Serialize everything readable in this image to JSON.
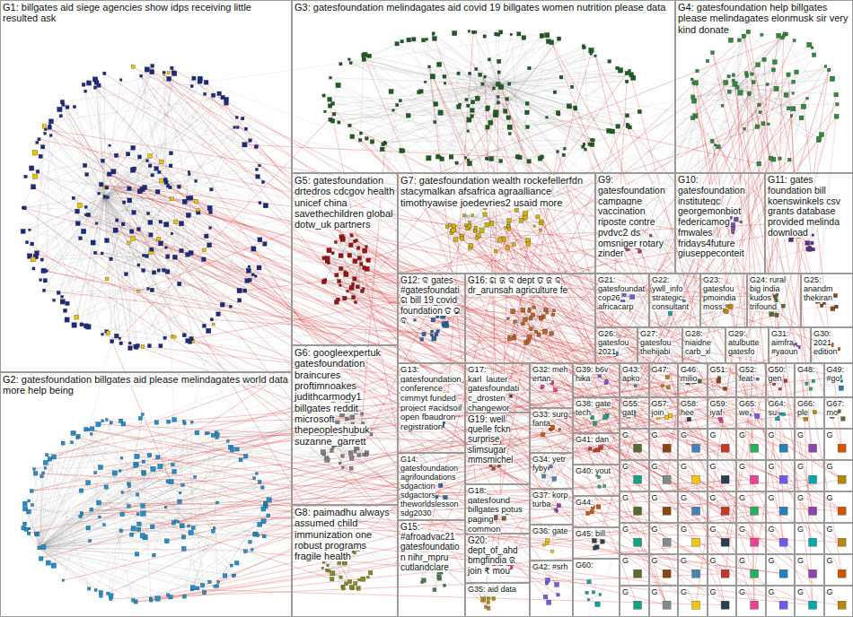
{
  "diagram": {
    "nodes": [
      {
        "text": [
          "G1: billgates aid siege agencies show idps receiving little resulted ask"
        ]
      },
      {
        "text": [
          "G3: gatesfoundation melindagates aid covid 19 billgates women nutrition please data"
        ]
      },
      {
        "text": [
          "G4: gatesfoundation help billgates please melindagates elonmusk sir very kind donate"
        ]
      },
      {
        "text": [
          "G5: gatesfoundation drtedros cdcgov health unicef china savethechildren global dotw_uk partners"
        ]
      },
      {
        "text": [
          "G7: gatesfoundation wealth rockefellerfdn stacymalkan afsafrica agraalliance timothyawise joedevries2 usaid more"
        ]
      },
      {
        "text": [
          "G9: gatesfoundation campagne vaccination riposte contre pvdvc2 ds omsniger rotary zinder"
        ]
      },
      {
        "text": [
          "G10: gatesfoundation institutegc georgemonbiot federicamog fmwales fridays4future giuseppeconteit"
        ]
      },
      {
        "text": [
          "G11: gates foundation bill koenswinkels csv grants database provided melinda download"
        ]
      },
      {
        "text": [
          "G12: ଦ gates #gatesfoundati ଗ bill 19 covid foundation ଡ ଭ ଦ"
        ]
      },
      {
        "text": [
          "G16: ଗ ଜ ଦ dept ଡ ଜ ଦ dr_arunsah agriculture fe"
        ]
      },
      {
        "text": [
          "G21: gatesfoundat cop26 africacarp"
        ]
      },
      {
        "text": [
          "G22: ywll_info strategic consultant"
        ]
      },
      {
        "text": [
          "G23: gatesfou pmoindia moss"
        ]
      },
      {
        "text": [
          "G24: rural big india kudos trifound"
        ]
      },
      {
        "text": [
          "G25: anandm thekiran"
        ]
      },
      {
        "text": [
          "G26: gatesfou 2021"
        ]
      },
      {
        "text": [
          "G27: gatesfou thehijabi"
        ]
      },
      {
        "text": [
          "G28: niaidne carb_x"
        ]
      },
      {
        "text": [
          "G29: atulbutte gatesfo"
        ]
      },
      {
        "text": [
          "G31: aimfra #yaoun"
        ]
      },
      {
        "text": [
          "G30: 2021 edition"
        ]
      },
      {
        "text": [
          "G2: gatesfoundation billgates aid please melindagates world data more help being"
        ]
      },
      {
        "text": [
          "G6: googleexpertuk gatesfoundation braincures proftimnoakes judithcarmody1 billgates reddit microsoft thepeopleshubuk suzanne_garrett"
        ]
      },
      {
        "text": [
          "G13: gatesfoundation conference cimmyt funded project #acidsoil open fbaudron registration"
        ]
      },
      {
        "text": [
          "G17: karl_lauter gatesfoundati c_drosten changewor"
        ]
      },
      {
        "text": [
          "G32: meh ertan"
        ]
      },
      {
        "text": [
          "G39: b6v hika"
        ]
      },
      {
        "text": [
          "G43: apko"
        ]
      },
      {
        "text": [
          "G47:"
        ]
      },
      {
        "text": [
          "G46: milio"
        ]
      },
      {
        "text": [
          "G51:"
        ]
      },
      {
        "text": [
          "G52: feat"
        ]
      },
      {
        "text": [
          "G50: gen"
        ]
      },
      {
        "text": [
          "G48:"
        ]
      },
      {
        "text": [
          "G49: #go"
        ]
      },
      {
        "text": [
          "G19: well quelle fckn surprise slimsugar mmsmichel"
        ]
      },
      {
        "text": [
          "G33: surg fanta"
        ]
      },
      {
        "text": [
          "G38: gate tech"
        ]
      },
      {
        "text": [
          "G55: gat"
        ]
      },
      {
        "text": [
          "G57: join"
        ]
      },
      {
        "text": [
          "G58: hee"
        ]
      },
      {
        "text": [
          "G59: iyaf"
        ]
      },
      {
        "text": [
          "G65: we"
        ]
      },
      {
        "text": [
          "G64: su"
        ]
      },
      {
        "text": [
          "G66: ple"
        ]
      },
      {
        "text": [
          "G67: mo"
        ]
      },
      {
        "text": [
          "G14: gatesfoundation agrifoundations sdgaction sdgactors theworldslesson sdg2030"
        ]
      },
      {
        "text": [
          "G34: yetr fyby"
        ]
      },
      {
        "text": [
          "G41: dan"
        ]
      },
      {
        "text": [
          "G40: yout"
        ]
      },
      {
        "text": [
          "G18: gatesfound billgates potus paging common"
        ]
      },
      {
        "text": [
          "G37: korp turba"
        ]
      },
      {
        "text": [
          "G44:"
        ]
      },
      {
        "text": [
          "G8: paimadhu always assumed child immunization one robust programs fragile health"
        ]
      },
      {
        "text": [
          "G15: #afroadvac21 gatesfoundation nihr_mpru cutlandclare"
        ]
      },
      {
        "text": [
          "G36: gate"
        ]
      },
      {
        "text": [
          "G45: bill"
        ]
      },
      {
        "text": [
          "G20: dept_of_ahd bmgfindia ଜ join ₹ mou"
        ]
      },
      {
        "text": [
          "G42: #srh"
        ]
      },
      {
        "text": [
          "G60:"
        ]
      },
      {
        "text": [
          "G35: aid data"
        ]
      },
      {
        "text": [
          "G"
        ]
      },
      {
        "text": [
          "G"
        ]
      },
      {
        "text": [
          "G"
        ]
      },
      {
        "text": [
          "G"
        ]
      },
      {
        "text": [
          "G"
        ]
      },
      {
        "text": [
          "G"
        ]
      },
      {
        "text": [
          "G"
        ]
      },
      {
        "text": [
          "G"
        ]
      },
      {
        "text": [
          "G"
        ]
      },
      {
        "text": [
          "G"
        ]
      },
      {
        "text": [
          "G"
        ]
      },
      {
        "text": [
          "G"
        ]
      },
      {
        "text": [
          "G"
        ]
      },
      {
        "text": [
          "G"
        ]
      },
      {
        "text": [
          "G"
        ]
      },
      {
        "text": [
          "G"
        ]
      },
      {
        "text": [
          "G"
        ]
      },
      {
        "text": [
          "G"
        ]
      },
      {
        "text": [
          "G"
        ]
      },
      {
        "text": [
          "G"
        ]
      },
      {
        "text": [
          "G"
        ]
      },
      {
        "text": [
          "G"
        ]
      },
      {
        "text": [
          "G"
        ]
      },
      {
        "text": [
          "G"
        ]
      },
      {
        "text": [
          "G"
        ]
      },
      {
        "text": [
          "G"
        ]
      },
      {
        "text": [
          "G"
        ]
      },
      {
        "text": [
          "G"
        ]
      },
      {
        "text": [
          "G"
        ]
      },
      {
        "text": [
          "G"
        ]
      },
      {
        "text": [
          "G"
        ]
      },
      {
        "text": [
          "G"
        ]
      },
      {
        "text": [
          "G"
        ]
      },
      {
        "text": [
          "G"
        ]
      },
      {
        "text": [
          "G"
        ]
      },
      {
        "text": [
          "G"
        ]
      },
      {
        "text": [
          "G"
        ]
      },
      {
        "text": [
          "G"
        ]
      },
      {
        "text": [
          "G"
        ]
      },
      {
        "text": [
          "G"
        ]
      },
      {
        "text": [
          "G"
        ]
      },
      {
        "text": [
          "G"
        ]
      },
      {
        "text": [
          "G"
        ]
      },
      {
        "text": [
          "G"
        ]
      },
      {
        "text": [
          "G"
        ]
      },
      {
        "text": [
          "G"
        ]
      },
      {
        "text": [
          "G"
        ]
      },
      {
        "text": [
          "G"
        ]
      }
    ]
  }
}
